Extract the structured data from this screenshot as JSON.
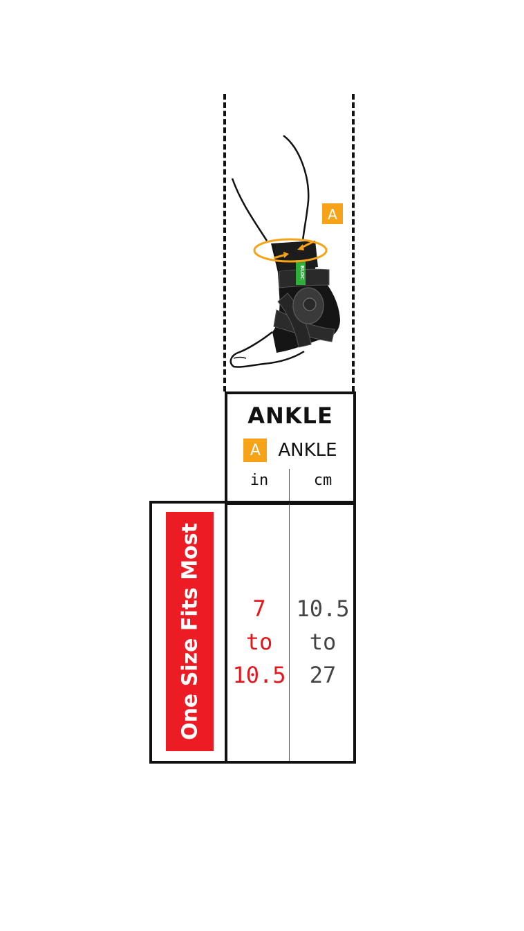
{
  "header": {
    "title": "ANKLE",
    "measure_badge": "A",
    "measure_label": "ANKLE",
    "unit_in": "in",
    "unit_cm": "cm"
  },
  "size_label": "One Size Fits Most",
  "ranges": {
    "in": {
      "min": "7",
      "sep": "to",
      "max": "10.5"
    },
    "cm": {
      "min": "10.5",
      "sep": "to",
      "max": "27"
    }
  },
  "illustration": {
    "marker_badge": "A",
    "brand_tag": "BLOC"
  },
  "colors": {
    "accent_orange": "#f6a318",
    "label_red": "#ec1c24",
    "inch_text": "#e8141b",
    "cm_text": "#444444",
    "tag_green": "#2fae3c"
  }
}
